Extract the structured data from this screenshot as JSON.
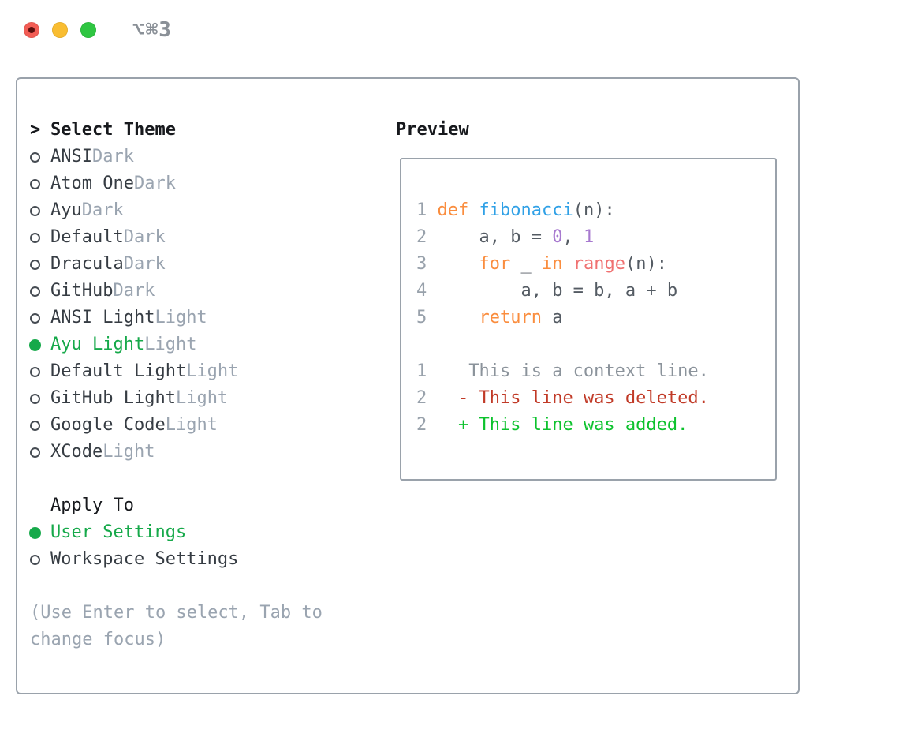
{
  "window": {
    "shortcut_label": "⌥⌘3",
    "traffic_lights": {
      "red": "#f35d55",
      "yellow": "#f9bd31",
      "green": "#2fc642"
    }
  },
  "picker": {
    "header": {
      "prefix": ">",
      "label": "Select Theme"
    },
    "themes": [
      {
        "name": "ANSI",
        "tag": "Dark",
        "selected": false
      },
      {
        "name": "Atom One",
        "tag": "Dark",
        "selected": false
      },
      {
        "name": "Ayu",
        "tag": "Dark",
        "selected": false
      },
      {
        "name": "Default",
        "tag": "Dark",
        "selected": false
      },
      {
        "name": "Dracula",
        "tag": "Dark",
        "selected": false
      },
      {
        "name": "GitHub",
        "tag": "Dark",
        "selected": false
      },
      {
        "name": "ANSI Light",
        "tag": "Light",
        "selected": false
      },
      {
        "name": "Ayu Light",
        "tag": "Light",
        "selected": true
      },
      {
        "name": "Default Light",
        "tag": "Light",
        "selected": false
      },
      {
        "name": "GitHub Light",
        "tag": "Light",
        "selected": false
      },
      {
        "name": "Google Code",
        "tag": "Light",
        "selected": false
      },
      {
        "name": "XCode",
        "tag": "Light",
        "selected": false
      }
    ],
    "apply_to": {
      "header": "Apply To",
      "items": [
        {
          "name": "User Settings",
          "selected": true
        },
        {
          "name": "Workspace Settings",
          "selected": false
        }
      ]
    },
    "footer": "(Use Enter to select, Tab to change focus)"
  },
  "preview": {
    "title": "Preview",
    "lines": [
      [
        {
          "t": "1",
          "c": "num"
        },
        {
          "t": " ",
          "c": "plain"
        },
        {
          "t": "def",
          "c": "kw"
        },
        {
          "t": " ",
          "c": "plain"
        },
        {
          "t": "fibonacci",
          "c": "fn"
        },
        {
          "t": "(n):",
          "c": "plain"
        }
      ],
      [
        {
          "t": "2",
          "c": "num"
        },
        {
          "t": "     a, b = ",
          "c": "plain"
        },
        {
          "t": "0",
          "c": "cnum"
        },
        {
          "t": ", ",
          "c": "plain"
        },
        {
          "t": "1",
          "c": "cnum"
        }
      ],
      [
        {
          "t": "3",
          "c": "num"
        },
        {
          "t": "     ",
          "c": "plain"
        },
        {
          "t": "for",
          "c": "kw"
        },
        {
          "t": " _ ",
          "c": "plain"
        },
        {
          "t": "in",
          "c": "kw"
        },
        {
          "t": " ",
          "c": "plain"
        },
        {
          "t": "range",
          "c": "bi"
        },
        {
          "t": "(n):",
          "c": "plain"
        }
      ],
      [
        {
          "t": "4",
          "c": "num"
        },
        {
          "t": "         a, b = b, a + b",
          "c": "plain"
        }
      ],
      [
        {
          "t": "5",
          "c": "num"
        },
        {
          "t": "     ",
          "c": "plain"
        },
        {
          "t": "return",
          "c": "kw"
        },
        {
          "t": " a",
          "c": "plain"
        }
      ],
      [],
      [
        {
          "t": "1",
          "c": "num"
        },
        {
          "t": "    This is a context line.",
          "c": "ctx"
        }
      ],
      [
        {
          "t": "2",
          "c": "num"
        },
        {
          "t": "   ",
          "c": "plain"
        },
        {
          "t": "- This line was deleted.",
          "c": "del"
        }
      ],
      [
        {
          "t": "2",
          "c": "num"
        },
        {
          "t": "   ",
          "c": "plain"
        },
        {
          "t": "+ This line was added.",
          "c": "add"
        }
      ]
    ]
  },
  "colors": {
    "accent_green": "#16a94a",
    "panel_border": "#9aa2ab",
    "text_dark": "#17191d",
    "text_item": "#363c43",
    "text_muted": "#9aa4b0",
    "syntax_keyword": "#fa8d3e",
    "syntax_function": "#2fa0e6",
    "syntax_number": "#a779cf",
    "syntax_builtin": "#f07171",
    "diff_deleted": "#c13a27",
    "diff_added": "#0cc22d"
  }
}
